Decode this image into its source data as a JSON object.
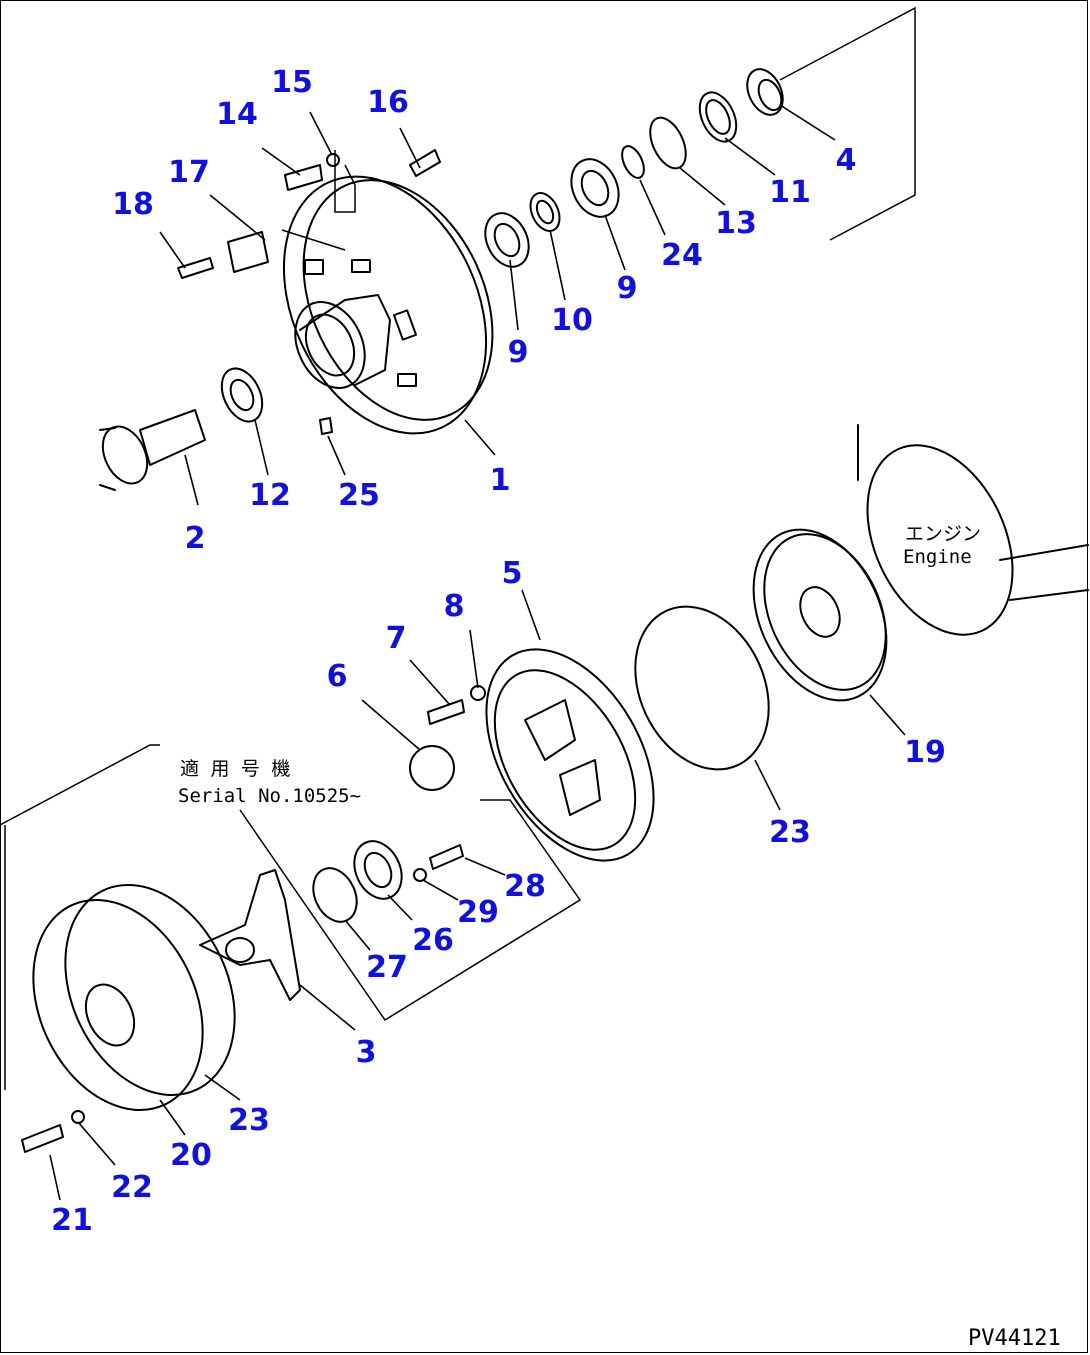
{
  "diagram": {
    "drawing_code": "PV44121",
    "serial_note_jp": "適 用 号 機",
    "serial_note": "Serial No.10525~",
    "engine_label_jp": "エンジン",
    "engine_label": "Engine"
  },
  "callouts": [
    {
      "id": "c1",
      "label": "1"
    },
    {
      "id": "c2",
      "label": "2"
    },
    {
      "id": "c3",
      "label": "3"
    },
    {
      "id": "c4",
      "label": "4"
    },
    {
      "id": "c5",
      "label": "5"
    },
    {
      "id": "c6",
      "label": "6"
    },
    {
      "id": "c7",
      "label": "7"
    },
    {
      "id": "c8",
      "label": "8"
    },
    {
      "id": "c9a",
      "label": "9"
    },
    {
      "id": "c9b",
      "label": "9"
    },
    {
      "id": "c10",
      "label": "10"
    },
    {
      "id": "c11",
      "label": "11"
    },
    {
      "id": "c12",
      "label": "12"
    },
    {
      "id": "c13",
      "label": "13"
    },
    {
      "id": "c14",
      "label": "14"
    },
    {
      "id": "c15",
      "label": "15"
    },
    {
      "id": "c16",
      "label": "16"
    },
    {
      "id": "c17",
      "label": "17"
    },
    {
      "id": "c18",
      "label": "18"
    },
    {
      "id": "c19",
      "label": "19"
    },
    {
      "id": "c20",
      "label": "20"
    },
    {
      "id": "c21",
      "label": "21"
    },
    {
      "id": "c22",
      "label": "22"
    },
    {
      "id": "c23a",
      "label": "23"
    },
    {
      "id": "c23b",
      "label": "23"
    },
    {
      "id": "c24",
      "label": "24"
    },
    {
      "id": "c25",
      "label": "25"
    },
    {
      "id": "c26",
      "label": "26"
    },
    {
      "id": "c27",
      "label": "27"
    },
    {
      "id": "c28",
      "label": "28"
    },
    {
      "id": "c29",
      "label": "29"
    }
  ]
}
